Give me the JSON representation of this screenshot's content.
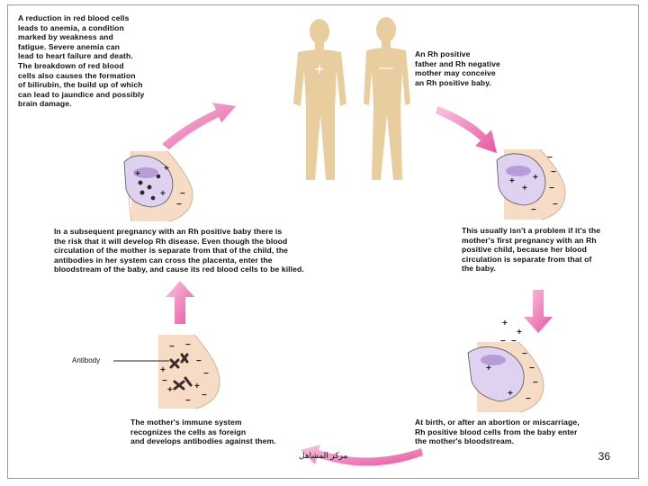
{
  "captions": {
    "anemia": "A reduction in red blood cells\nleads to anemia, a condition\nmarked by weakness and\nfatigue. Severe anemia can\nlead to heart failure and death.\nThe breakdown of red blood\ncells also causes the formation\nof bilirubin, the build up of which\ncan lead to jaundice and possibly\nbrain damage.",
    "parents": "An Rh positive\nfather and Rh negative\nmother may conceive\nan Rh positive baby.",
    "first_pregnancy": "This usually isn't a problem if it's the\nmother's first pregnancy with an Rh\npositive child, because her blood\ncirculation is separate from that of\nthe baby.",
    "subsequent": "In a subsequent pregnancy with an Rh positive baby there is\nthe risk that it will develop Rh disease. Even though the blood\ncirculation of the mother is separate from that of the child, the\nantibodies in her system can cross the placenta, enter the\nbloodstream of the baby, and cause its red blood cells to be killed.",
    "immune": "The mother's immune system\nrecognizes the cells as foreign\nand develops antibodies against them.",
    "birth": "At birth, or after an abortion or miscarriage,\nRh positive blood cells from the baby enter\nthe mother's bloodstream."
  },
  "labels": {
    "antibody": "Antibody",
    "father_sign": "+",
    "mother_sign": "—"
  },
  "footer": {
    "arabic": "مركز المشاهل",
    "page_number": "36"
  },
  "colors": {
    "skin": "#e9cf9f",
    "belly": "#f7dcc5",
    "arrow": "#ef6fb3",
    "womb": "#ded2f0"
  }
}
